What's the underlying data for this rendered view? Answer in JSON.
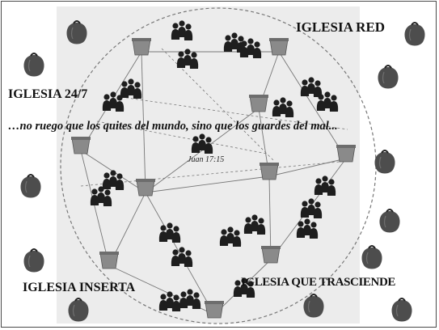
{
  "labels": {
    "top_right": "IGLESIA RED",
    "left": "IGLESIA 24/7",
    "bottom_left": "IGLESIA INSERTA",
    "bottom_right": "IGLESIA QUE TRASCIENDE"
  },
  "verse": {
    "text": "…no ruego que los quites del mundo, sino que los guardes del mal...",
    "reference": "Juan 17:15"
  },
  "icons": {
    "outer": "pepper-icon",
    "node": "pot-icon",
    "group": "people-group-icon"
  },
  "colors": {
    "background": "#ffffff",
    "panel": "#ececec",
    "pepper": "#4d4d4d",
    "pot": "#8a8a8a",
    "people": "#1e1e1e",
    "lines": "#777777"
  }
}
